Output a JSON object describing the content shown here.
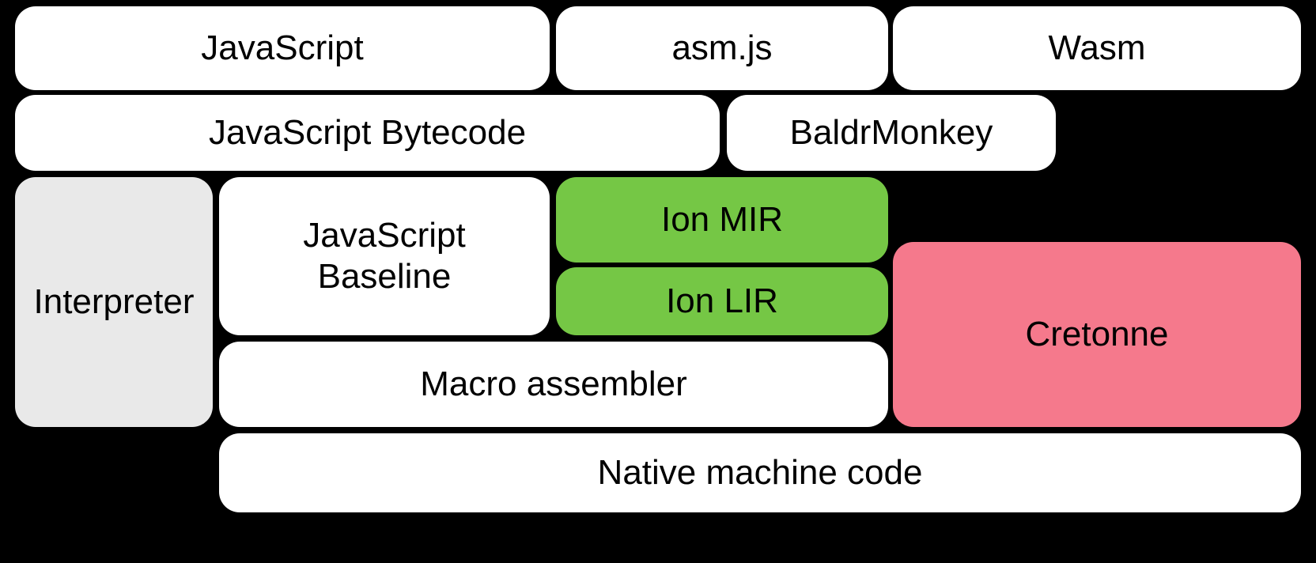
{
  "diagram": {
    "type": "layered-block-diagram",
    "title": "SpiderMonkey compilation pipeline layers",
    "background_color": "#000000",
    "colors": {
      "white": "#FFFFFF",
      "gray": "#E9E9E9",
      "green": "#75C745",
      "pink": "#F5798C",
      "text": "#000000"
    },
    "rows": [
      {
        "row_name": "source-languages",
        "blocks": [
          {
            "id": "javascript",
            "label": "JavaScript",
            "color": "white"
          },
          {
            "id": "asm-js",
            "label": "asm.js",
            "color": "white"
          },
          {
            "id": "wasm",
            "label": "Wasm",
            "color": "white"
          }
        ]
      },
      {
        "row_name": "front-end-representations",
        "blocks": [
          {
            "id": "javascript-bytecode",
            "label": "JavaScript Bytecode",
            "color": "white"
          },
          {
            "id": "baldrmonkey",
            "label": "BaldrMonkey",
            "color": "white"
          }
        ]
      },
      {
        "row_name": "execution-tiers",
        "blocks": [
          {
            "id": "interpreter",
            "label": "Interpreter",
            "color": "gray"
          },
          {
            "id": "javascript-baseline",
            "label": "JavaScript\nBaseline",
            "color": "white"
          },
          {
            "id": "ion-mir",
            "label": "Ion MIR",
            "color": "green"
          },
          {
            "id": "ion-lir",
            "label": "Ion LIR",
            "color": "green"
          },
          {
            "id": "cretonne",
            "label": "Cretonne",
            "color": "pink"
          }
        ]
      },
      {
        "row_name": "code-emission",
        "blocks": [
          {
            "id": "macro-assembler",
            "label": "Macro assembler",
            "color": "white"
          }
        ]
      },
      {
        "row_name": "output",
        "blocks": [
          {
            "id": "native-machine-code",
            "label": "Native machine code",
            "color": "white"
          }
        ]
      }
    ]
  },
  "blocks": {
    "javascript": {
      "label": "JavaScript"
    },
    "asm_js": {
      "label": "asm.js"
    },
    "wasm": {
      "label": "Wasm"
    },
    "javascript_bytecode": {
      "label": "JavaScript Bytecode"
    },
    "baldrmonkey": {
      "label": "BaldrMonkey"
    },
    "interpreter": {
      "label": "Interpreter"
    },
    "javascript_baseline": {
      "label": "JavaScript\nBaseline"
    },
    "ion_mir": {
      "label": "Ion MIR"
    },
    "ion_lir": {
      "label": "Ion LIR"
    },
    "cretonne": {
      "label": "Cretonne"
    },
    "macro_assembler": {
      "label": "Macro assembler"
    },
    "native_machine_code": {
      "label": "Native machine code"
    }
  }
}
